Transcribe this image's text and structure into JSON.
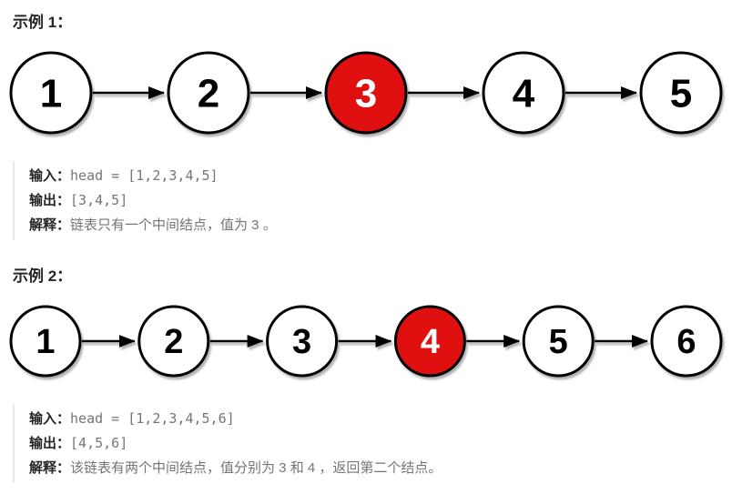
{
  "colors": {
    "page_background": "#ffffff",
    "heading_text": "#262626",
    "io_label_text": "#262626",
    "io_value_text": "#757575",
    "block_border": "#e8e8e8",
    "node_fill": "#ffffff",
    "node_highlight_fill": "#e01010",
    "node_stroke": "#000000",
    "node_text": "#000000",
    "node_highlight_text": "#ffffff",
    "arrow_color": "#000000"
  },
  "examples": [
    {
      "heading": "示例 1：",
      "diagram": {
        "node_values": [
          "1",
          "2",
          "3",
          "4",
          "5"
        ],
        "highlight_index": 2
      },
      "io_lines": [
        {
          "label": "输入：",
          "value": "head = [1,2,3,4,5]",
          "mono": true
        },
        {
          "label": "输出：",
          "value": "[3,4,5]",
          "mono": true
        },
        {
          "label": "解释：",
          "value": "链表只有一个中间结点，值为 3 。",
          "mono": false
        }
      ]
    },
    {
      "heading": "示例 2：",
      "diagram": {
        "node_values": [
          "1",
          "2",
          "3",
          "4",
          "5",
          "6"
        ],
        "highlight_index": 3
      },
      "io_lines": [
        {
          "label": "输入：",
          "value": "head = [1,2,3,4,5,6]",
          "mono": true
        },
        {
          "label": "输出：",
          "value": "[4,5,6]",
          "mono": true
        },
        {
          "label": "解释：",
          "value": "该链表有两个中间结点，值分别为 3 和 4 ，返回第二个结点。",
          "mono": false
        }
      ]
    }
  ]
}
